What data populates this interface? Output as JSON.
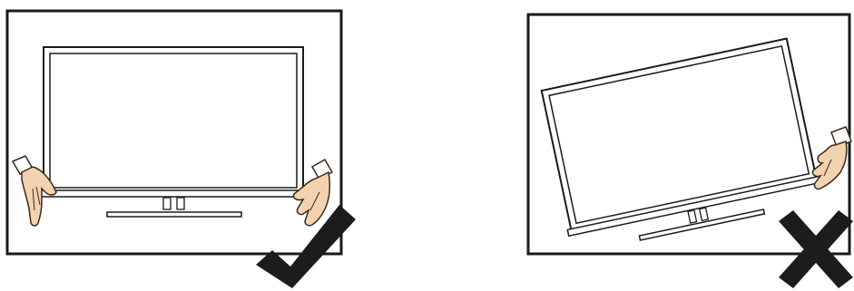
{
  "figure": {
    "panels": [
      {
        "id": "correct",
        "verdict": "correct",
        "verdict_icon": "checkmark-icon",
        "description_icon": "tv-held-level-icon"
      },
      {
        "id": "incorrect",
        "verdict": "incorrect",
        "verdict_icon": "cross-icon",
        "description_icon": "tv-held-tilted-icon"
      }
    ],
    "colors": {
      "line": "#1a1a1a",
      "skin": "#f3d2b0",
      "skin_outline": "#3a2a1a",
      "mark": "#1c1c1c",
      "background": "#ffffff"
    }
  }
}
